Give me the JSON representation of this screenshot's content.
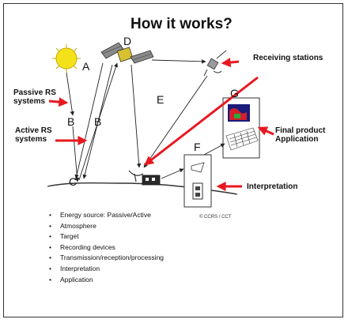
{
  "title": "How it works?",
  "labels": {
    "passive": "Passive RS\nsystems",
    "active": "Active RS\nsystems",
    "receiving": "Receiving stations",
    "final": "Final product\nApplication",
    "interpretation": "Interpretation"
  },
  "letters": {
    "A": "A",
    "B1": "B",
    "B2": "B",
    "C": "C",
    "D": "D",
    "E": "E",
    "F": "F",
    "G": "G"
  },
  "credit": "© CCRS / CCT",
  "components": [
    "Energy source: Passive/Active",
    "Atmosphere",
    "Target",
    "Recording devices",
    "Transmission/reception/processing",
    "Interpretation",
    "Application"
  ],
  "colors": {
    "arrow_red": "#e8171f",
    "sun": "#f3e21a",
    "sun_ring": "#c8a800"
  },
  "icons": [
    "sun-icon",
    "satellite-icon",
    "relay-satellite-icon",
    "ground-antenna-icon",
    "processing-lab-icon",
    "monitor-icon",
    "image-frame-icon"
  ]
}
